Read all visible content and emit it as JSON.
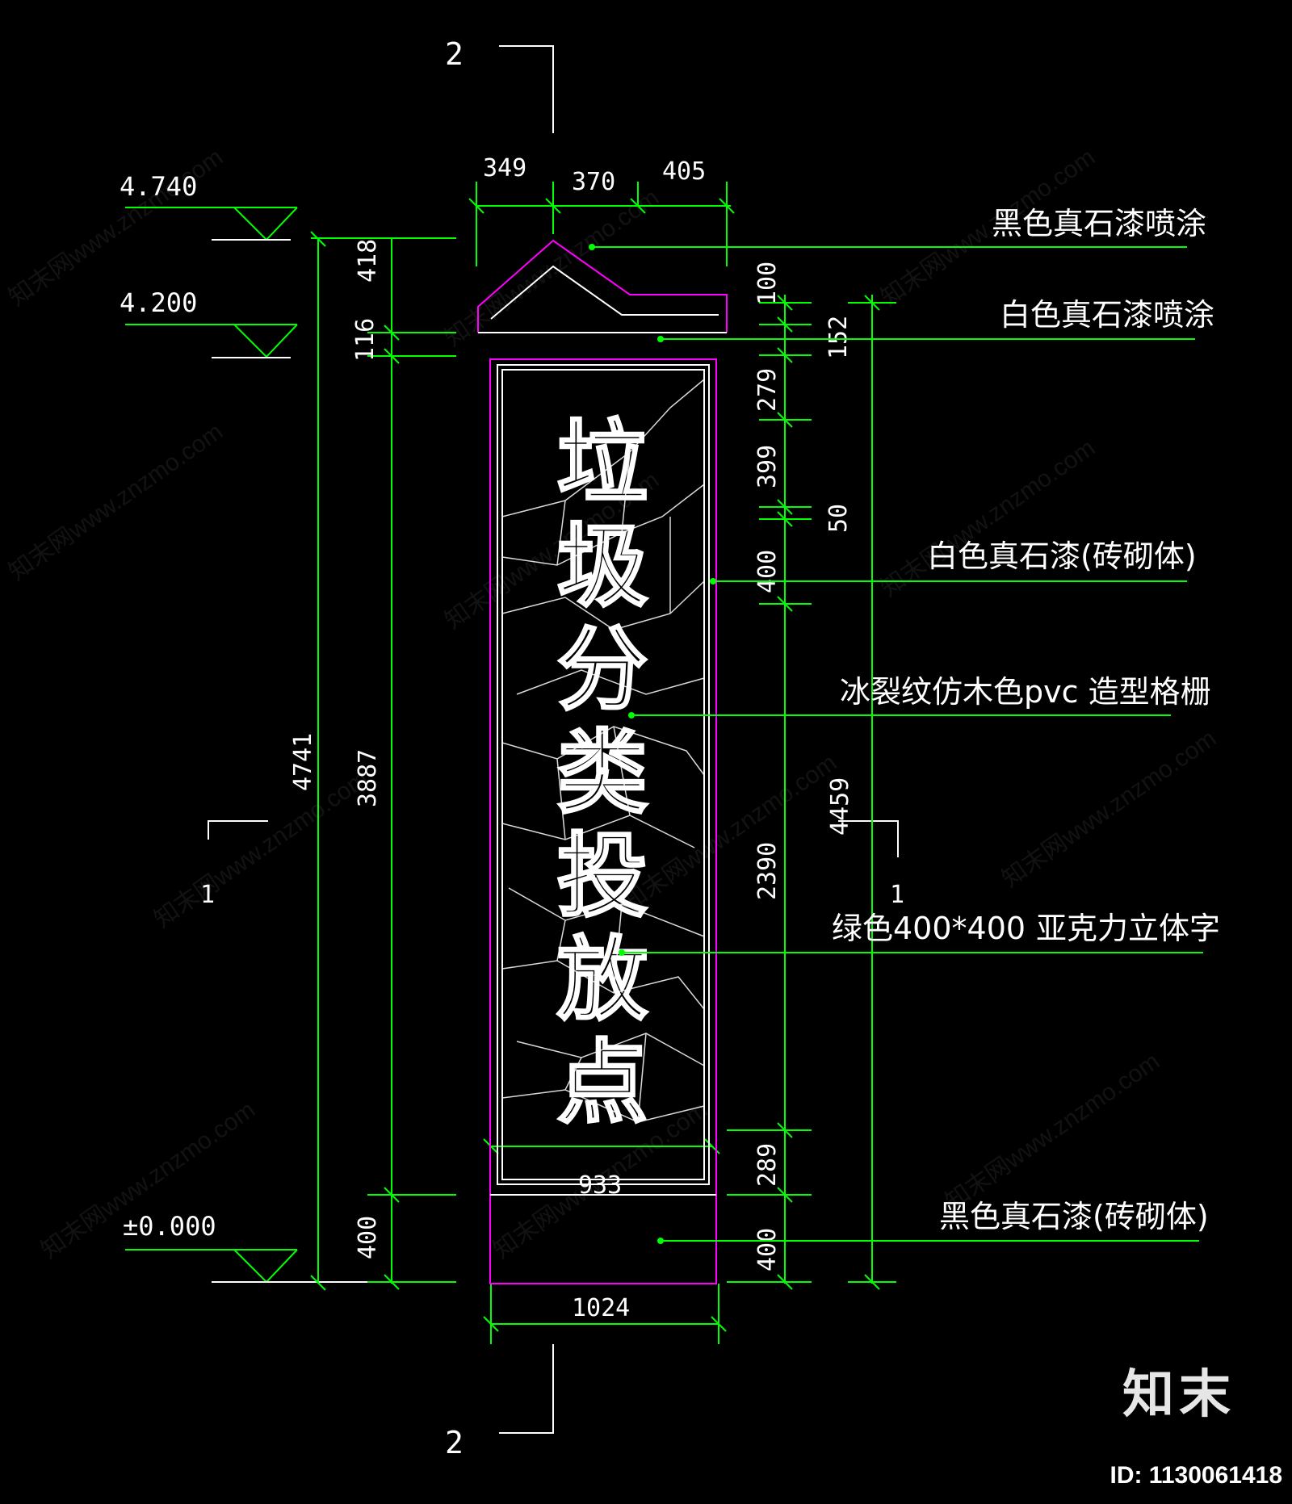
{
  "section_marks": {
    "top": "2",
    "bottom": "2",
    "left": "1",
    "right": "1"
  },
  "elevations": {
    "top": "4.740",
    "mid": "4.200",
    "ground": "±0.000"
  },
  "top_dims": {
    "a": "349",
    "b": "370",
    "c": "405"
  },
  "left_dims": {
    "d418": "418",
    "d116": "116",
    "d4741": "4741",
    "d3887": "3887",
    "d400": "400"
  },
  "right_dims": {
    "d100": "100",
    "d152": "152",
    "d279": "279",
    "d399": "399",
    "d50": "50",
    "d400": "400",
    "d2390": "2390",
    "d4459": "4459",
    "d289": "289",
    "d400b": "400"
  },
  "bottom_dims": {
    "inner": "933",
    "overall": "1024"
  },
  "sign_chars": [
    "垃",
    "圾",
    "分",
    "类",
    "投",
    "放",
    "点"
  ],
  "notes": {
    "n1": "黑色真石漆喷涂",
    "n2": "白色真石漆喷涂",
    "n3": "白色真石漆(砖砌体)",
    "n4": "冰裂纹仿木色pvc 造型格栅",
    "n5": "绿色400*400",
    "n5b": "亚克力立体字",
    "n6": "黑色真石漆(砖砌体)"
  },
  "brand": {
    "logo": "知末",
    "id": "ID: 1130061418"
  },
  "watermark": "知末网www.znzmo.com",
  "colors": {
    "dimension": "#00ff00",
    "outline": "#ff00ff",
    "detail": "#ffffff",
    "background": "#000000"
  }
}
